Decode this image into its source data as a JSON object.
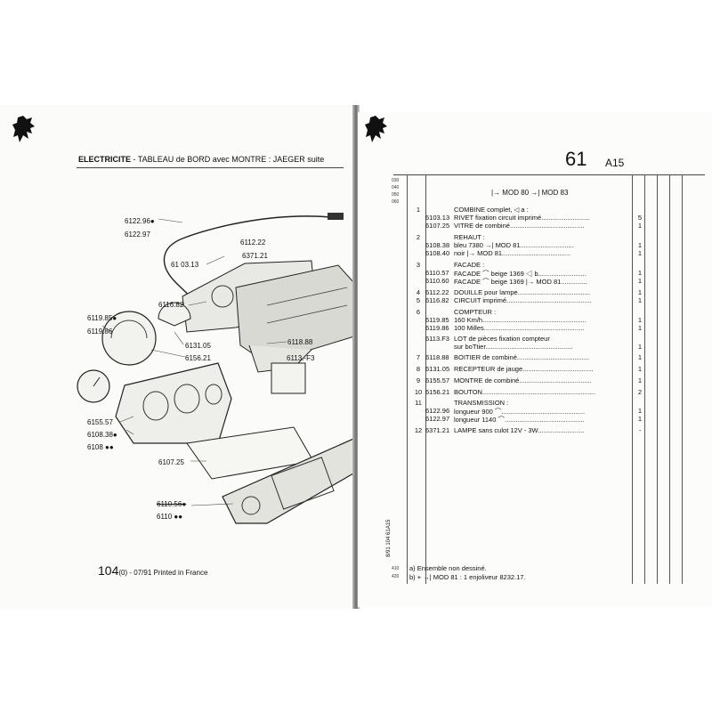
{
  "left_page": {
    "title_bold": "ELECTRICITE",
    "title_rest": " - TABLEAU de BORD avec MONTRE : JAEGER suite",
    "callouts": [
      {
        "id": "c1",
        "text": "6122.96●"
      },
      {
        "id": "c2",
        "text": "6122.97"
      },
      {
        "id": "c3",
        "text": "6112.22"
      },
      {
        "id": "c4",
        "text": "6371.21"
      },
      {
        "id": "c5",
        "text": "61 03.13"
      },
      {
        "id": "c6",
        "text": "6116.82"
      },
      {
        "id": "c7",
        "text": "6118.88"
      },
      {
        "id": "c8",
        "text": "6119.85●"
      },
      {
        "id": "c9",
        "text": "6119.86"
      },
      {
        "id": "c10",
        "text": "6131.05"
      },
      {
        "id": "c11",
        "text": "6156.21"
      },
      {
        "id": "c12",
        "text": "6113.-F3"
      },
      {
        "id": "c13",
        "text": "6155.57"
      },
      {
        "id": "c14",
        "text": "6108.38●"
      },
      {
        "id": "c15",
        "text": "6108 ●●"
      },
      {
        "id": "c16",
        "text": "6107.25"
      },
      {
        "id": "c17",
        "text": "6110.56●"
      },
      {
        "id": "c18",
        "text": "6110 ●●"
      }
    ],
    "footer_page": "104",
    "footer_rest": "(0) - 07/91 Printed in France"
  },
  "right_page": {
    "page_number": "61",
    "section": "A15",
    "mod_header": "|→ MOD 80  →| MOD 83",
    "margin_numbers": [
      "030",
      "040",
      "050",
      "060"
    ],
    "side_text": "8/91   104   61A15",
    "rows": [
      {
        "group": "1",
        "code": "",
        "desc": "COMBINE complet, ◁ a :",
        "qty": ""
      },
      {
        "group": "",
        "code": "6103.13",
        "desc": "RIVET fixation circuit imprimé..........................",
        "qty": "5"
      },
      {
        "group": "",
        "code": "6107.25",
        "desc": "VITRE de combiné........................................",
        "qty": "1"
      },
      {
        "group": "2",
        "code": "",
        "desc": "REHAUT :",
        "qty": ""
      },
      {
        "group": "",
        "code": "6108.38",
        "desc": "bleu 7380 →| MOD 81.............................",
        "qty": "1"
      },
      {
        "group": "",
        "code": "6108.40",
        "desc": "noir |→ MOD 81.....................................",
        "qty": "1"
      },
      {
        "group": "3",
        "code": "",
        "desc": "FACADE :",
        "qty": ""
      },
      {
        "group": "",
        "code": "6110.57",
        "desc": "FACADE ⌒ beige 1369 ◁ b..........................",
        "qty": "1"
      },
      {
        "group": "",
        "code": "6110.60",
        "desc": "FACADE ⌒ beige 1369 |→ MOD 81..............",
        "qty": "1"
      },
      {
        "group": "4",
        "code": "6112.22",
        "desc": "DOUILLE pour lampe.......................................",
        "qty": "1"
      },
      {
        "group": "5",
        "code": "6116.82",
        "desc": "CIRCUIT imprimé..............................................",
        "qty": "1"
      },
      {
        "group": "6",
        "code": "",
        "desc": "COMPTEUR :",
        "qty": ""
      },
      {
        "group": "",
        "code": "6119.85",
        "desc": "160 Km/h........................................................",
        "qty": "1"
      },
      {
        "group": "",
        "code": "6119.86",
        "desc": "100 Milles......................................................",
        "qty": "1"
      },
      {
        "group": "",
        "code": "6113.F3",
        "desc": "LOT de pièces fixation compteur",
        "qty": ""
      },
      {
        "group": "",
        "code": "",
        "desc": "sur boTtier...............................................",
        "qty": "1"
      },
      {
        "group": "7",
        "code": "6118.88",
        "desc": "BOITIER de combiné.......................................",
        "qty": "1"
      },
      {
        "group": "8",
        "code": "6131.05",
        "desc": "RECEPTEUR de jauge......................................",
        "qty": "1"
      },
      {
        "group": "9",
        "code": "6155.57",
        "desc": "MONTRE de combiné.......................................",
        "qty": "1"
      },
      {
        "group": "10",
        "code": "6156.21",
        "desc": "BOUTON.............................................................",
        "qty": "2"
      },
      {
        "group": "11",
        "code": "",
        "desc": "TRANSMISSION :",
        "qty": ""
      },
      {
        "group": "",
        "code": "6122.96",
        "desc": "longueur 900 ⌒.............................................",
        "qty": "1"
      },
      {
        "group": "",
        "code": "6122.97",
        "desc": "longueur 1140 ⌒...........................................",
        "qty": "1"
      },
      {
        "group": "12",
        "code": "6371.21",
        "desc": "LAMPE sans culot 12V - 3W.........................",
        "qty": "-"
      }
    ],
    "notes": [
      "a) Ensemble non dessiné.",
      "b) + →| MOD 81 : 1 enjoliveur 8232.17."
    ],
    "bottom_margin": [
      "410",
      "420"
    ]
  }
}
